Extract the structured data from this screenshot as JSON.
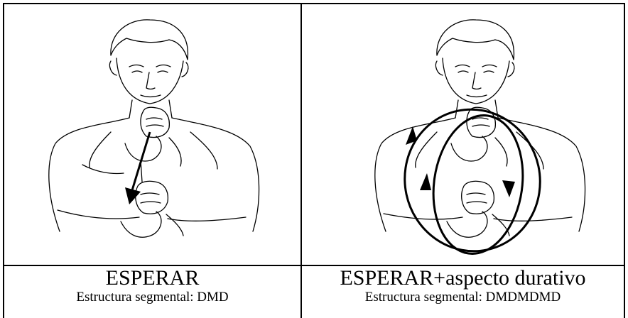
{
  "panels": [
    {
      "title": "ESPERAR",
      "structure": "Estructura segmental: DMD",
      "illustration": "signer-hands-downward-arrow"
    },
    {
      "title": "ESPERAR+aspecto durativo",
      "structure": "Estructura segmental: DMDMDMD",
      "illustration": "signer-hands-circular-arrows"
    }
  ],
  "colors": {
    "line": "#000000",
    "background": "#ffffff"
  }
}
